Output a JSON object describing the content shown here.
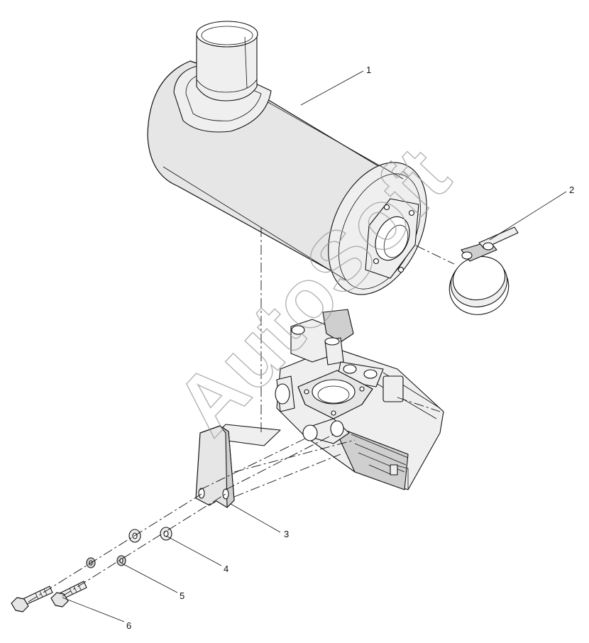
{
  "watermark": "AutoSoft",
  "callouts": [
    {
      "id": 1,
      "label": "1"
    },
    {
      "id": 2,
      "label": "2"
    },
    {
      "id": 3,
      "label": "3"
    },
    {
      "id": 4,
      "label": "4"
    },
    {
      "id": 5,
      "label": "5"
    },
    {
      "id": 6,
      "label": "6"
    }
  ]
}
